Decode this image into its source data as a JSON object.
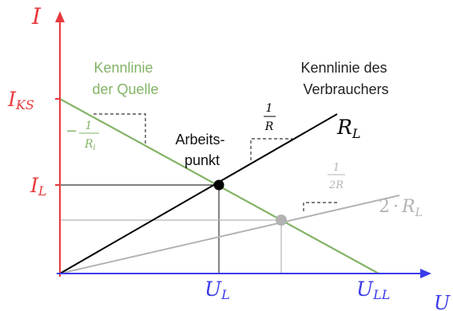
{
  "colors": {
    "axis_current": "#e8393d",
    "axis_voltage": "#3b3bea",
    "source_line": "#82b366",
    "load_line": "#000000",
    "double_load_line": "#b3b3b3",
    "guide_line": "#333333",
    "point_main": "#000000",
    "point_secondary": "#b3b3b3"
  },
  "axes": {
    "y_label": "I",
    "x_label": "U",
    "y_ticks": {
      "ks": {
        "base": "I",
        "sub": "KS"
      },
      "l": {
        "base": "I",
        "sub": "L"
      }
    },
    "x_ticks": {
      "l": {
        "base": "U",
        "sub": "L"
      },
      "ll": {
        "base": "U",
        "sub": "LL"
      }
    }
  },
  "source_label": {
    "line1": "Kennlinie",
    "line2": "der Quelle"
  },
  "load_label": {
    "line1": "Kennlinie des",
    "line2": "Verbrauchers"
  },
  "operating_point_label": {
    "line1": "Arbeits-",
    "line2": "punkt"
  },
  "load_symbol": {
    "base": "R",
    "sub": "L"
  },
  "double_load_symbol": {
    "factor": "2",
    "dot": "·",
    "base": "R",
    "sub": "L"
  },
  "slope_source": {
    "sign": "−",
    "num": "1",
    "den_base": "R",
    "den_sub": "i"
  },
  "slope_load": {
    "num": "1",
    "den": "R"
  },
  "slope_double": {
    "num": "1",
    "den": "2R"
  }
}
